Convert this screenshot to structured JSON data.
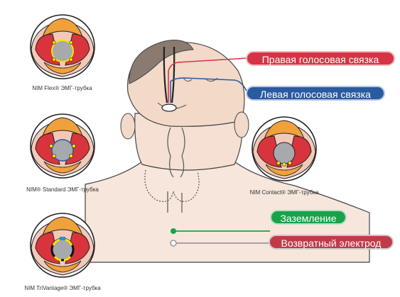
{
  "labels": {
    "right_vocal_cord": "Правая голосовая связка",
    "left_vocal_cord": "Левая голосовая связка",
    "ground": "Заземление",
    "return_electrode": "Возвратный электрод"
  },
  "tubes": [
    {
      "caption": "NIM Flex® ЭМГ-трубка"
    },
    {
      "caption": "NIM® Standard ЭМГ-трубка"
    },
    {
      "caption": "NIM Contact® ЭМГ-трубка"
    },
    {
      "caption": "NIM TriVantage® ЭМГ-трубка"
    }
  ],
  "colors": {
    "right_label": "#d63446",
    "left_label": "#2a5aa0",
    "ground_label": "#1aa24a",
    "return_label": "#c03a48",
    "tissue_orange": "#f0a13c",
    "cord_red": "#d9343d",
    "tube_grey": "#a7a9ac",
    "electrode_yellow": "#f6e500"
  }
}
